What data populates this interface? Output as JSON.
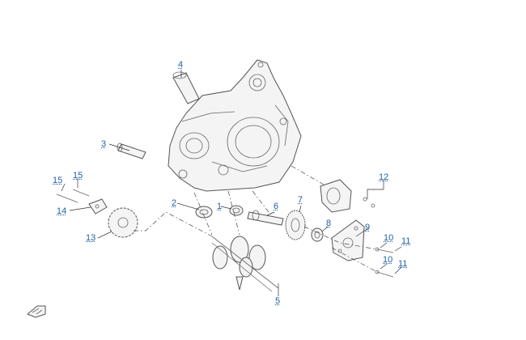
{
  "callouts": [
    {
      "id": "c4",
      "label": "4"
    },
    {
      "id": "c3",
      "label": "3"
    },
    {
      "id": "c2",
      "label": "2"
    },
    {
      "id": "c1",
      "label": "1"
    },
    {
      "id": "c6",
      "label": "6"
    },
    {
      "id": "c7",
      "label": "7"
    },
    {
      "id": "c8",
      "label": "8"
    },
    {
      "id": "c9",
      "label": "9"
    },
    {
      "id": "c12",
      "label": "12"
    },
    {
      "id": "c15a",
      "label": "15"
    },
    {
      "id": "c15b",
      "label": "15"
    },
    {
      "id": "c14",
      "label": "14"
    },
    {
      "id": "c13",
      "label": "13"
    },
    {
      "id": "c10a",
      "label": "10"
    },
    {
      "id": "c11a",
      "label": "11"
    },
    {
      "id": "c10b",
      "label": "10"
    },
    {
      "id": "c11b",
      "label": "11"
    },
    {
      "id": "c5",
      "label": "5"
    }
  ],
  "colors": {
    "callout": "#1f5fa6",
    "line": "#444444"
  },
  "icons": {
    "direction": "front-arrow-icon"
  }
}
